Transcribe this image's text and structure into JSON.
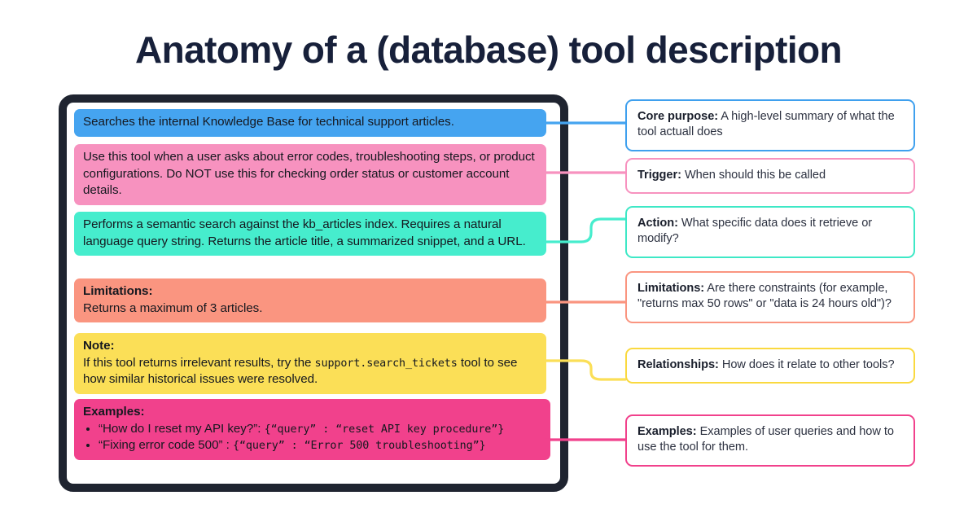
{
  "page": {
    "title": "Anatomy of a (database) tool description",
    "background": "#ffffff",
    "title_color": "#17203a"
  },
  "colors": {
    "core_purpose": "#45A4F0",
    "trigger": "#F792BF",
    "action": "#46EDCD",
    "limitations": "#FA9580",
    "note": "#FBDF57",
    "examples": "#F1418C",
    "frame": "#1f2430"
  },
  "tool_description": {
    "segments": [
      {
        "id": "core-purpose",
        "color": "#45A4F0",
        "text": "Searches the internal Knowledge Base for technical support articles."
      },
      {
        "id": "trigger",
        "color": "#F792BF",
        "text": "Use this tool when a user asks about error codes, troubleshooting steps, or product configurations. Do NOT use this for checking order status or customer account details."
      },
      {
        "id": "action",
        "color": "#46EDCD",
        "text": "Performs a semantic search against the kb_articles index. Requires a natural language query string. Returns the article title, a summarized snippet, and a URL."
      },
      {
        "id": "limitations",
        "color": "#FA9580",
        "heading": "Limitations:",
        "text": "Returns a maximum of 3 articles."
      },
      {
        "id": "note",
        "color": "#FBDF57",
        "heading": "Note:",
        "text_before": "If this tool returns irrelevant results, try the ",
        "code": "support.search_tickets",
        "text_after": " tool to see how similar historical issues were resolved."
      },
      {
        "id": "examples",
        "color": "#F1418C",
        "heading": "Examples:",
        "items": [
          {
            "query": "“How do I reset my API key?”:",
            "json": "{“query” : “reset API key procedure”}"
          },
          {
            "query": "“Fixing error code 500” :",
            "json": "{“query” : “Error 500 troubleshooting”}"
          }
        ]
      }
    ]
  },
  "annotations": [
    {
      "id": "core-purpose",
      "label": "Core purpose:",
      "text": " A high-level summary of what the tool actuall does",
      "border": "#3FA0EE"
    },
    {
      "id": "trigger",
      "label": "Trigger:",
      "text": " When should this be called",
      "border": "#F792BF"
    },
    {
      "id": "action",
      "label": "Action:",
      "text": " What specific data does it retrieve or modify?",
      "border": "#3EE8C6"
    },
    {
      "id": "limitations",
      "label": "Limitations:",
      "text": " Are there constraints (for example, \"returns max 50 rows\" or \"data is 24 hours old\")?",
      "border": "#FA9580"
    },
    {
      "id": "relationships",
      "label": "Relationships:",
      "text": " How does it relate to other tools?",
      "border": "#FAD93F"
    },
    {
      "id": "examples",
      "label": "Examples:",
      "text": " Examples of user queries and how to use the tool for them.",
      "border": "#F1418C"
    }
  ]
}
